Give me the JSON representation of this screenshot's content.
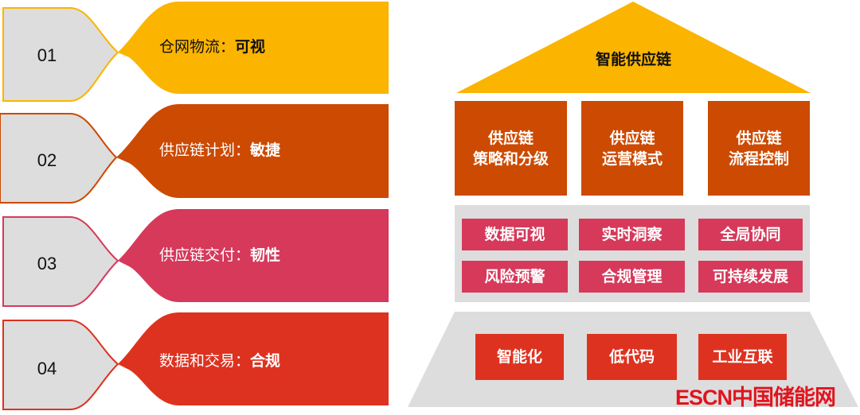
{
  "colors": {
    "yellow": "#FBB400",
    "orange": "#CC4A02",
    "pink": "#D6395A",
    "red": "#DE3220",
    "gray": "#DDDDDD"
  },
  "rows": [
    {
      "num": "01",
      "label": "仓网物流：",
      "highlight": "可视"
    },
    {
      "num": "02",
      "label": "供应链计划：",
      "highlight": "敏捷"
    },
    {
      "num": "03",
      "label": "供应链交付：",
      "highlight": "韧性"
    },
    {
      "num": "04",
      "label": "数据和交易：",
      "highlight": "合规"
    }
  ],
  "house": {
    "roof": "智能供应链",
    "pillars": [
      [
        "供应链",
        "策略和分级"
      ],
      [
        "供应链",
        "运营模式"
      ],
      [
        "供应链",
        "流程控制"
      ]
    ],
    "capabilities": [
      "数据可视",
      "实时洞察",
      "全局协同",
      "风险预警",
      "合规管理",
      "可持续发展"
    ],
    "foundation": [
      "智能化",
      "低代码",
      "工业互联"
    ]
  },
  "watermark": "ESCN中国储能网"
}
